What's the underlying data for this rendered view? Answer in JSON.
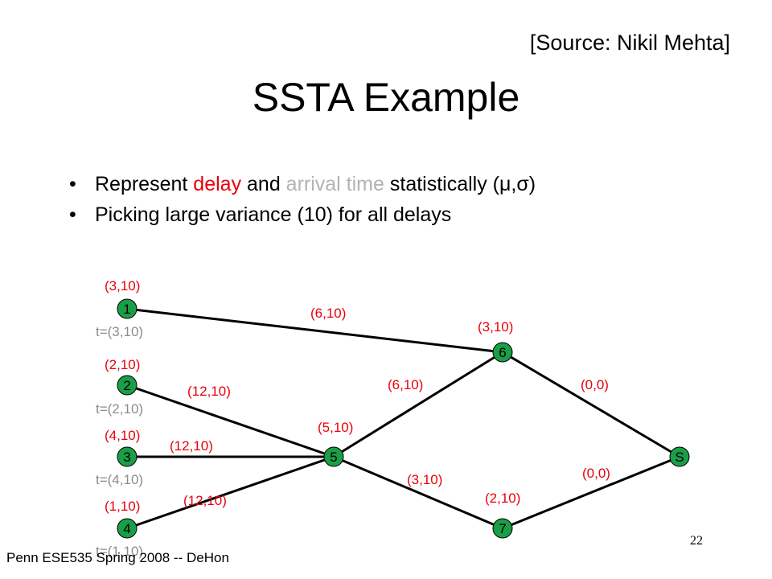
{
  "source": "[Source: Nikil Mehta]",
  "title": "SSTA Example",
  "bullets": {
    "b1": {
      "p1": "Represent ",
      "delay": "delay",
      "p2": " and ",
      "arrival": "arrival time",
      "p3": " statistically (",
      "symbols": "μ,σ",
      "p4": ")"
    },
    "b2": "Picking large variance (10) for all delays"
  },
  "diagram": {
    "nodes": {
      "n1": "1",
      "n2": "2",
      "n3": "3",
      "n4": "4",
      "n5": "5",
      "n6": "6",
      "n7": "7",
      "s": "S"
    },
    "node_delays": {
      "n1": "(3,10)",
      "n2": "(2,10)",
      "n3": "(4,10)",
      "n4": "(1,10)",
      "n5": "(5,10)",
      "n6": "(3,10)",
      "n7": "(2,10)"
    },
    "arrival_times": {
      "n1": "t=(3,10)",
      "n2": "t=(2,10)",
      "n3": "t=(4,10)",
      "n4": "t=(1,10)"
    },
    "edge_delays": {
      "e1_6": "(6,10)",
      "e2_5": "(12,10)",
      "e3_5": "(12,10)",
      "e4_5": "(12,10)",
      "e5_6": "(6,10)",
      "e5_7": "(3,10)",
      "e6_s": "(0,0)",
      "e7_s": "(0,0)"
    },
    "colors": {
      "node_fill": "#1a9e47",
      "delay_label": "#e8000b",
      "arrival_label": "#8c8c8c"
    }
  },
  "footer": "Penn ESE535 Spring 2008 -- DeHon",
  "page_number": "22"
}
